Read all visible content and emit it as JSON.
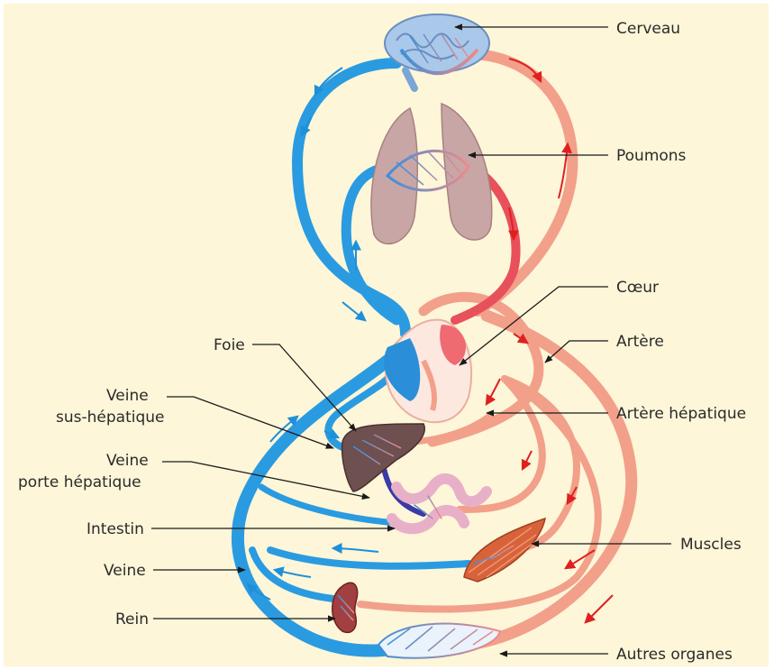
{
  "labels": {
    "cerveau": "Cerveau",
    "poumons": "Poumons",
    "coeur": "Cœur",
    "artere": "Artère",
    "artere_hepatique": "Artère hépatique",
    "muscles": "Muscles",
    "autres_organes": "Autres organes",
    "foie": "Foie",
    "veine_sus_hepatique_1": "Veine",
    "veine_sus_hepatique_2": "sus-hépatique",
    "veine_porte_1": "Veine",
    "veine_porte_2": "porte hépatique",
    "intestin": "Intestin",
    "veine": "Veine",
    "rein": "Rein"
  },
  "colors": {
    "background": "#fdf6d8",
    "venous_blood": "#2a9be0",
    "arterial_blood": "#f2a08a",
    "pulmonary_vein": "#e8505b",
    "oxygenated_heart": "#f06a72",
    "arrow_red": "#e02020",
    "arrow_blue": "#1e90d8",
    "leader_line": "#1a1a1a"
  }
}
